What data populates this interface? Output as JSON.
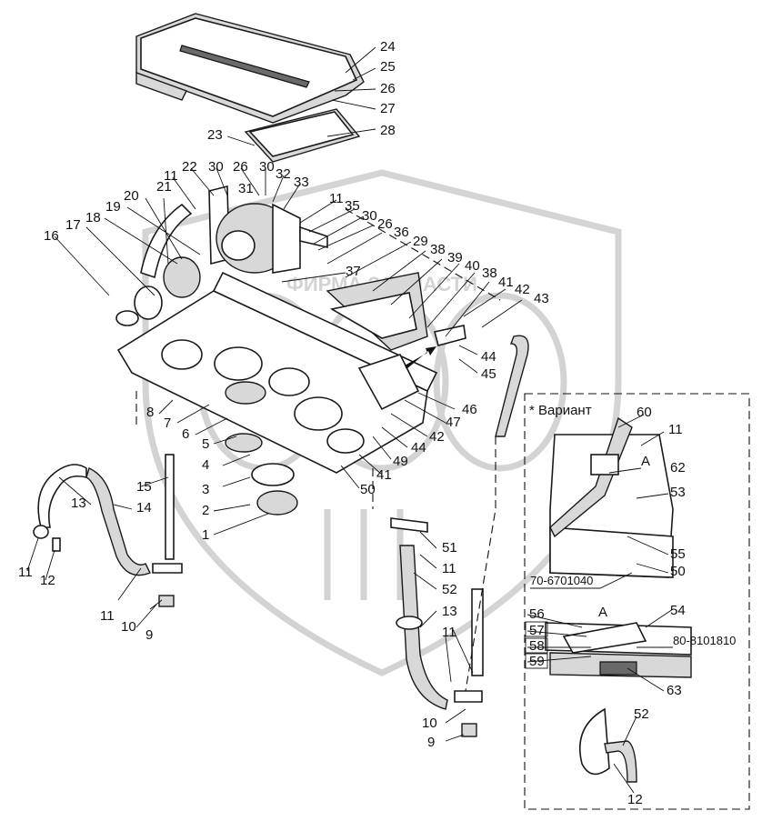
{
  "watermark": {
    "text": "ФИРМА ЗАПЧАСТИ",
    "color": "#cfcfcf"
  },
  "variant": {
    "title": "* Вариант"
  },
  "codes": {
    "code_a": "70-6701040",
    "code_b": "80-8101810"
  },
  "section_markers": {
    "a1": "A",
    "a2": "A"
  },
  "callouts": {
    "c24": "24",
    "c25": "25",
    "c26a": "26",
    "c27": "27",
    "c28": "28",
    "c23": "23",
    "c22": "22",
    "c30a": "30",
    "c26b": "26",
    "c30b": "30",
    "c31": "31",
    "c32": "32",
    "c33": "33",
    "c11a": "11",
    "c21": "21",
    "c20": "20",
    "c19": "19",
    "c18": "18",
    "c17": "17",
    "c16": "16",
    "c11b": "11",
    "c35": "35",
    "c30c": "30",
    "c26c": "26",
    "c36": "36",
    "c29": "29",
    "c38a": "38",
    "c39": "39",
    "c40": "40",
    "c38b": "38",
    "c41a": "41",
    "c37": "37",
    "c42a": "42",
    "c43": "43",
    "c44a": "44",
    "c45": "45",
    "c46": "46",
    "c47": "47",
    "c42b": "42",
    "c44b": "44",
    "c49": "49",
    "c41b": "41",
    "c50a": "50",
    "c8": "8",
    "c7": "7",
    "c6": "6",
    "c5": "5",
    "c4": "4",
    "c3": "3",
    "c2": "2",
    "c1": "1",
    "c15": "15",
    "c13a": "13",
    "c14": "14",
    "c11c": "11",
    "c12a": "12",
    "c11d": "11",
    "c10a": "10",
    "c9a": "9",
    "c51": "51",
    "c11e": "11",
    "c52a": "52",
    "c13b": "13",
    "c11f": "11",
    "c10b": "10",
    "c9b": "9",
    "c60": "60",
    "c11g": "11",
    "c62": "62",
    "c53": "53",
    "c55": "55",
    "c50b": "50",
    "c54": "54",
    "c56": "56",
    "c57": "57",
    "c58": "58",
    "c59": "59",
    "c63": "63",
    "c52b": "52",
    "c12b": "12"
  }
}
